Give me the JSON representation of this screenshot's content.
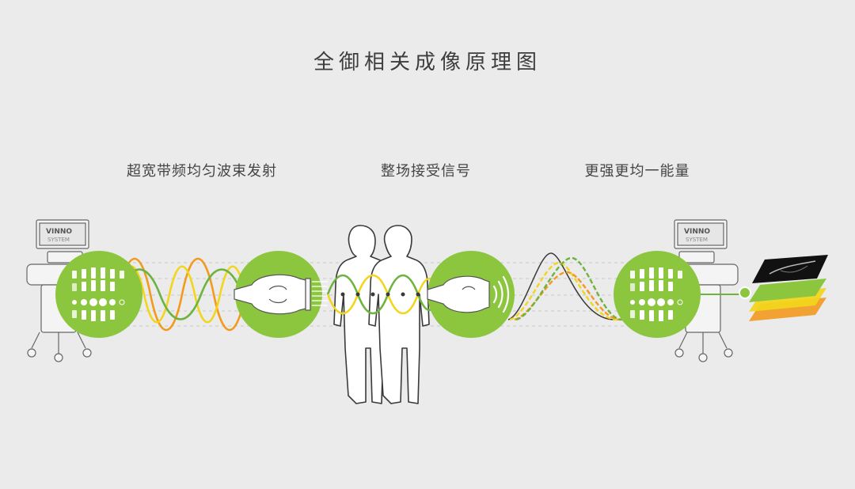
{
  "title": "全御相关成像原理图",
  "stages": [
    {
      "label": "超宽带频均匀波束发射"
    },
    {
      "label": "整场接受信号"
    },
    {
      "label": "更强更均一能量"
    }
  ],
  "machine": {
    "brand": "VINNO",
    "sub": "SYSTEM"
  },
  "colors": {
    "background": "#ebebeb",
    "circle_green": "#8cc63f",
    "wave_green": "#6db33f",
    "wave_yellow": "#f2d51d",
    "wave_orange": "#f29a1e",
    "outline": "#3a3a3a"
  },
  "icons": [
    "ultrasound-machine-icon",
    "transducer-array-icon",
    "probe-icon",
    "human-silhouette-icon",
    "receive-wave-icon",
    "image-layers-icon"
  ]
}
